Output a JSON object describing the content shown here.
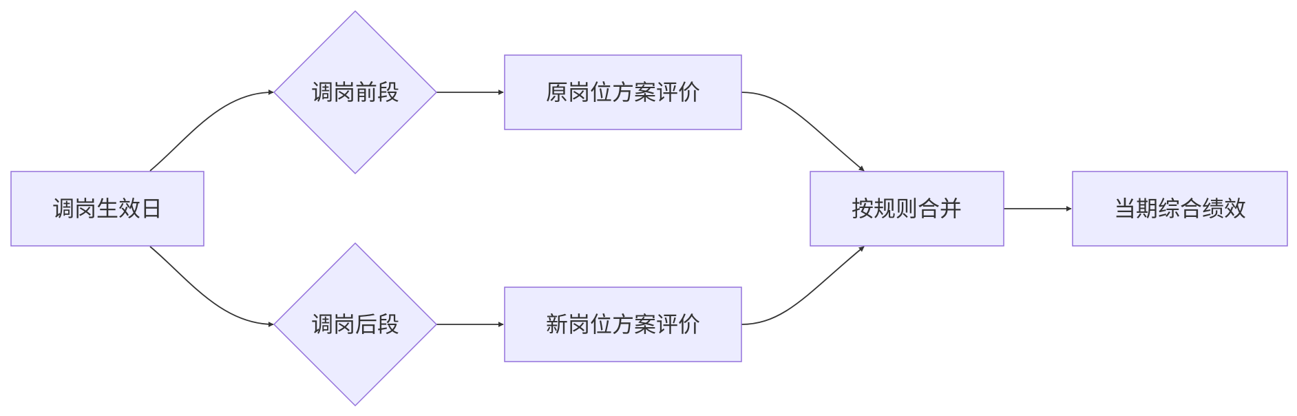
{
  "diagram": {
    "nodes": {
      "effective_date": "调岗生效日",
      "before_segment": "调岗前段",
      "after_segment": "调岗后段",
      "old_position_eval": "原岗位方案评价",
      "new_position_eval": "新岗位方案评价",
      "merge_by_rule": "按规则合并",
      "period_overall_performance": "当期综合绩效"
    },
    "edges": [
      [
        "effective_date",
        "before_segment"
      ],
      [
        "effective_date",
        "after_segment"
      ],
      [
        "before_segment",
        "old_position_eval"
      ],
      [
        "after_segment",
        "new_position_eval"
      ],
      [
        "old_position_eval",
        "merge_by_rule"
      ],
      [
        "new_position_eval",
        "merge_by_rule"
      ],
      [
        "merge_by_rule",
        "period_overall_performance"
      ]
    ],
    "colors": {
      "node_fill": "#ECECFF",
      "node_stroke": "#9370DB",
      "edge": "#333333",
      "text": "#333333"
    }
  }
}
